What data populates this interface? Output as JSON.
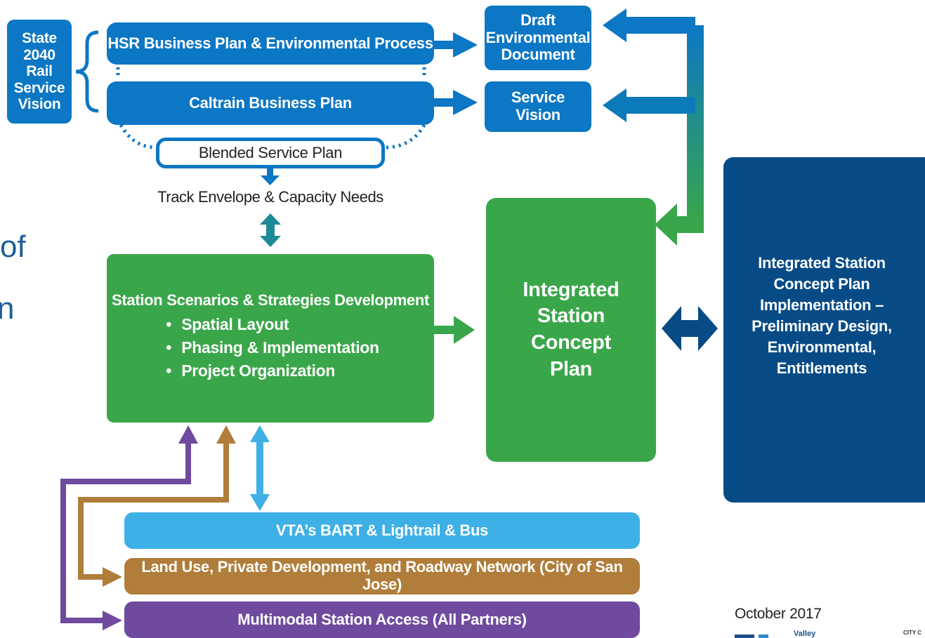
{
  "colors": {
    "blue": "#0c77c4",
    "green": "#3aa64a",
    "navy": "#074b86",
    "light_blue": "#3eb0e6",
    "brown": "#b07d3a",
    "purple": "#6f4a9e"
  },
  "left_partial_text": [
    "of",
    "n"
  ],
  "state_vision": "State 2040 Rail Service Vision",
  "hsr_plan": "HSR Business Plan & Environmental Process",
  "caltrain_plan": "Caltrain Business Plan",
  "draft_env_doc": "Draft Environmental Document",
  "service_vision": "Service Vision",
  "blended_plan": "Blended Service Plan",
  "track_envelope": "Track Envelope & Capacity Needs",
  "scenarios": {
    "title": "Station Scenarios & Strategies Development",
    "bullets": [
      "Spatial Layout",
      "Phasing & Implementation",
      "Project Organization"
    ]
  },
  "concept_plan": "Integrated Station Concept Plan",
  "implementation": "Integrated Station Concept Plan Implementation – Preliminary Design, Environmental, Entitlements",
  "bars": {
    "vta": "VTA’s BART & Lightrail & Bus",
    "land_use": "Land Use, Private Development, and Roadway Network (City of San Jose)",
    "multimodal": "Multimodal Station Access (All Partners)"
  },
  "date": "October 2017",
  "logo_partial_text": "Valley",
  "corner_partial_text": "CITY C"
}
